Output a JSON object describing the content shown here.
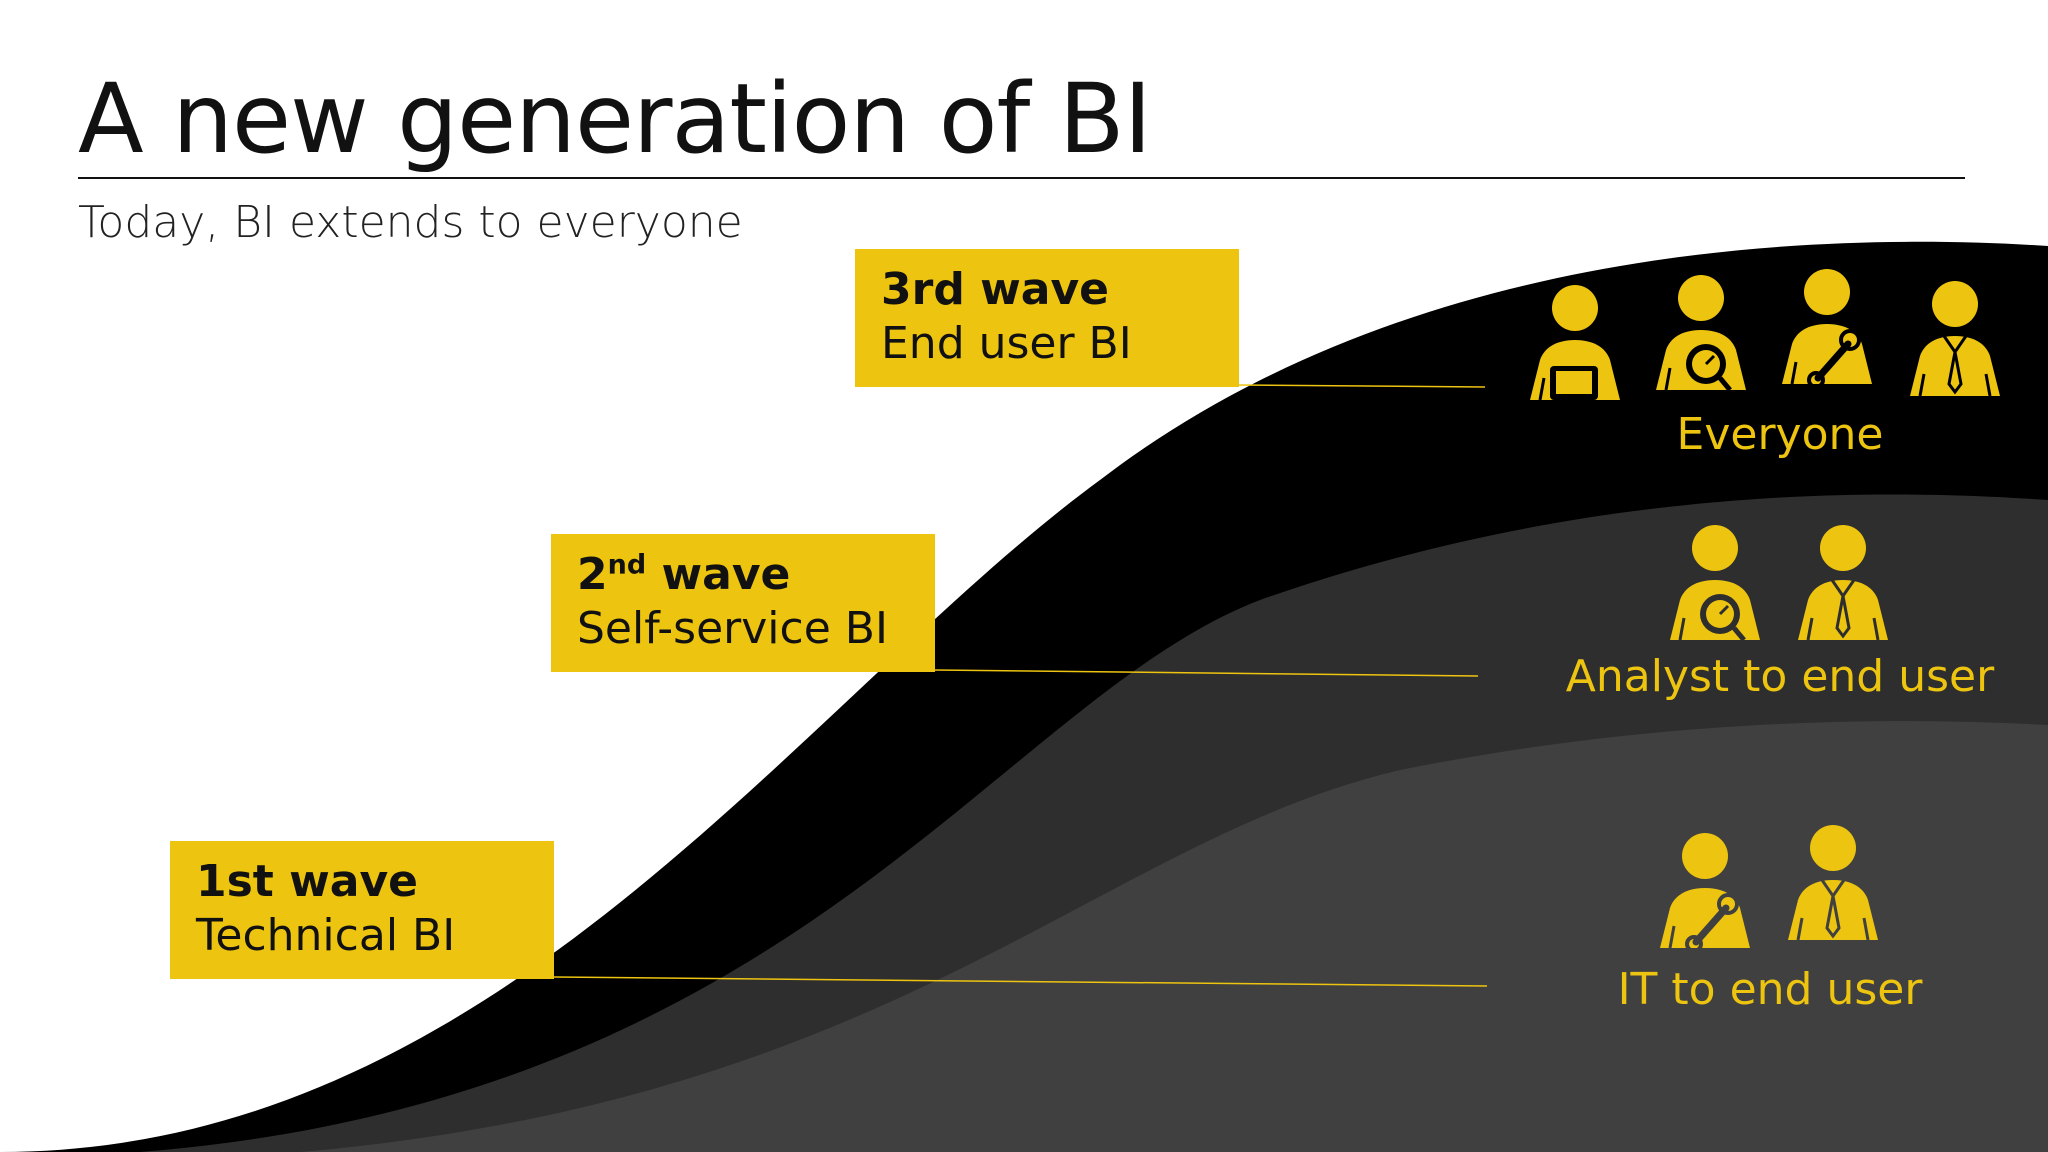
{
  "slide": {
    "title": "A new generation of BI",
    "subtitle": "Today, BI extends to everyone"
  },
  "waves": [
    {
      "title_main": "1st wave",
      "title_suffix": "",
      "title_rest": "",
      "subtitle": "Technical BI"
    },
    {
      "title_main": "2",
      "title_suffix": "nd",
      "title_rest": " wave",
      "subtitle": "Self-service BI"
    },
    {
      "title_main": "3rd wave",
      "title_suffix": "",
      "title_rest": "",
      "subtitle": "End user BI"
    }
  ],
  "groups": {
    "everyone": "Everyone",
    "analyst": "Analyst to end user",
    "it": "IT to end user"
  },
  "icons": {
    "everyone": [
      "tablet-user-icon",
      "analyst-gauge-icon",
      "it-wrench-icon",
      "business-tie-icon"
    ],
    "analyst": [
      "analyst-gauge-icon",
      "business-tie-icon"
    ],
    "it": [
      "it-wrench-icon",
      "business-tie-icon"
    ]
  },
  "colors": {
    "accent": "#edc40f",
    "band_dark": "#000000",
    "band_mid": "#2e2e2e",
    "band_light": "#404040"
  }
}
